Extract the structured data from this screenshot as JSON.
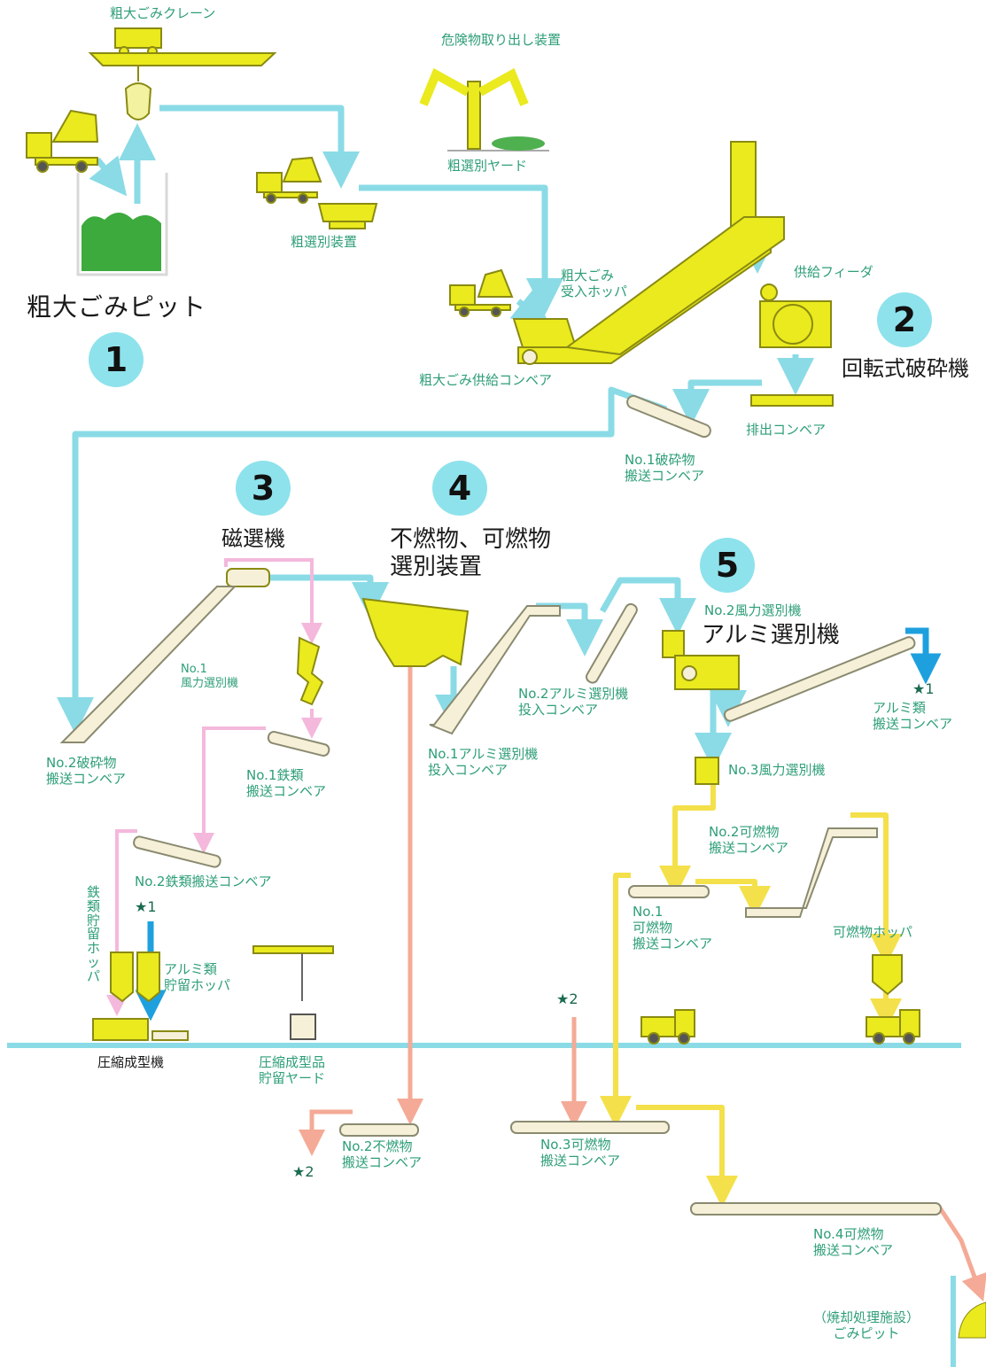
{
  "steps": [
    {
      "num": "1",
      "name": "粗大ごみピット"
    },
    {
      "num": "2",
      "name": "回転式破砕機"
    },
    {
      "num": "3",
      "name": "磁選機"
    },
    {
      "num": "4",
      "name": "不燃物、可燃物\n選別装置"
    },
    {
      "num": "5",
      "name": "アルミ選別機"
    }
  ],
  "labels": {
    "crane": "粗大ごみクレーン",
    "hazard_device": "危険物取り出し装置",
    "rough_yard": "粗選別ヤード",
    "rough_sorter": "粗選別装置",
    "receiving_hopper": "粗大ごみ\n受入ホッパ",
    "supply_feeder": "供給フィーダ",
    "supply_conveyor": "粗大ごみ供給コンベア",
    "discharge_conveyor": "排出コンベア",
    "no1_crushed": "No.1破砕物\n搬送コンベア",
    "no2_crushed": "No.2破砕物\n搬送コンベア",
    "no1_wind": "No.1\n風力選別機",
    "no1_iron": "No.1鉄類\n搬送コンベア",
    "no2_iron": "No.2鉄類搬送コンベア",
    "iron_hopper": "鉄類貯留ホッパ",
    "alu_hopper": "アルミ類\n貯留ホッパ",
    "star1": "★1",
    "star2": "★2",
    "compactor": "圧縮成型機",
    "compact_yard": "圧縮成型品\n貯留ヤード",
    "no1_alu_input": "No.1アルミ選別機\n投入コンベア",
    "no2_alu_input": "No.2アルミ選別機\n投入コンベア",
    "no2_wind": "No.2風力選別機",
    "alu_conveyor": "アルミ類\n搬送コンベア",
    "no3_wind": "No.3風力選別機",
    "no2_comb": "No.2可燃物\n搬送コンベア",
    "no1_comb": "No.1\n可燃物\n搬送コンベア",
    "comb_hopper": "可燃物ホッパ",
    "no2_noncomb": "No.2不燃物\n搬送コンベア",
    "no3_comb": "No.3可燃物\n搬送コンベア",
    "no4_comb": "No.4可燃物\n搬送コンベア",
    "incin_pit": "（焼却処理施設）\nごみピット"
  },
  "colors": {
    "machine": "#eaea1e",
    "flow_main": "#8adbe6",
    "flow_iron": "#f4b8dc",
    "flow_noncomb": "#f4aa96",
    "flow_comb": "#f4e04a",
    "flow_alu": "#1ea0de",
    "conveyor": "#f6f0d8",
    "text_green": "#2e9e78"
  }
}
